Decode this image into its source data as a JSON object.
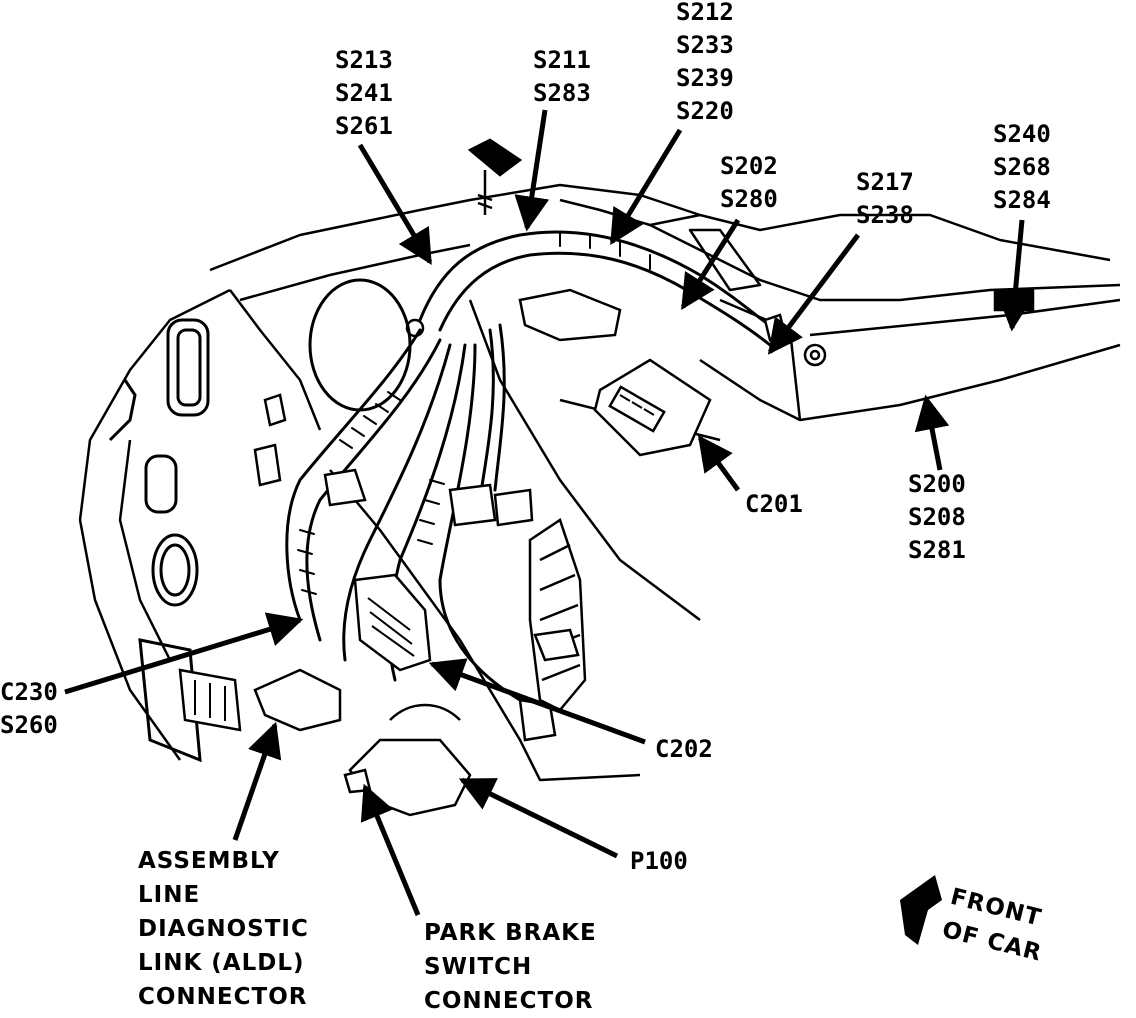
{
  "labels": {
    "s213_group": [
      "S213",
      "S241",
      "S261"
    ],
    "s211_group": [
      "S211",
      "S283"
    ],
    "s212_group": [
      "S212",
      "S233",
      "S239",
      "S220"
    ],
    "s202_group": [
      "S202",
      "S280"
    ],
    "s217_group": [
      "S217",
      "S238"
    ],
    "s240_group": [
      "S240",
      "S268",
      "S284"
    ],
    "c201": "C201",
    "s200_group": [
      "S200",
      "S208",
      "S281"
    ],
    "c230_group": [
      "C230",
      "S260"
    ],
    "c202": "C202",
    "p100": "P100",
    "aldl_group": [
      "ASSEMBLY",
      "LINE",
      "DIAGNOSTIC",
      "LINK (ALDL)",
      "CONNECTOR"
    ],
    "park_brake_group": [
      "PARK BRAKE",
      "SWITCH",
      "CONNECTOR"
    ],
    "front_group": [
      "FRONT",
      "OF CAR"
    ]
  },
  "colors": {
    "ink": "#000000",
    "paper": "#ffffff"
  }
}
